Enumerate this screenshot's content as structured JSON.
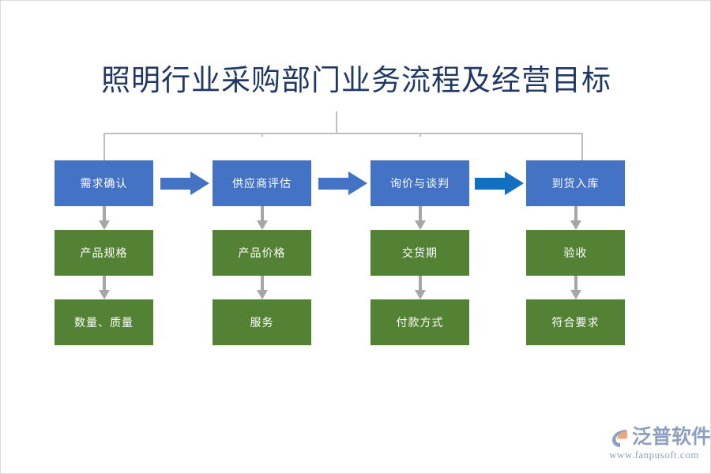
{
  "title": "照明行业采购部门业务流程及经营目标",
  "colors": {
    "title_text": "#1F3864",
    "stage_box": "#4472C4",
    "detail_box": "#548235",
    "arrow_blue": "#4472C4",
    "arrow_blue_accent": "#1270C0",
    "connector_grey": "#BFBFBF",
    "vertical_arrow_grey": "#A6A6A6",
    "logo": "#8EA0BF",
    "logo_accent": "#E8A87C",
    "background": "#FFFFFF"
  },
  "flow": {
    "stages": [
      {
        "stage_label": "需求确认",
        "details": [
          "产品规格",
          "数量、质量"
        ]
      },
      {
        "stage_label": "供应商评估",
        "details": [
          "产品价格",
          "服务"
        ]
      },
      {
        "stage_label": "询价与谈判",
        "details": [
          "交货期",
          "付款方式"
        ]
      },
      {
        "stage_label": "到货入库",
        "details": [
          "验收",
          "符合要求"
        ]
      }
    ]
  },
  "logo": {
    "name": "泛普软件",
    "url": "www.fanpusoft.com"
  }
}
